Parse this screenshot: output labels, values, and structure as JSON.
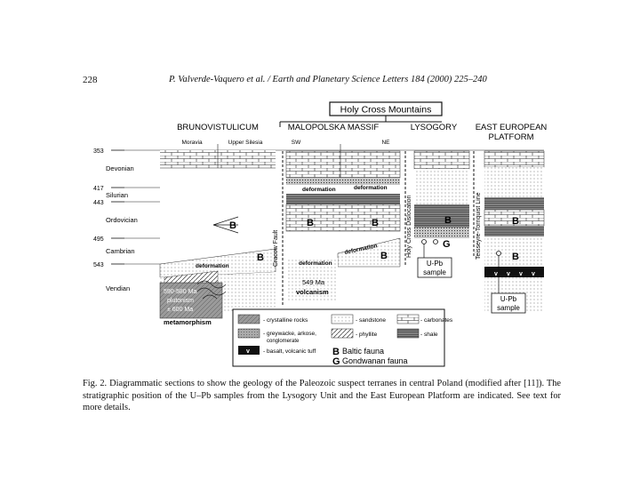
{
  "header": {
    "page_number": "228",
    "running_title": "P. Valverde-Vaquero et al. / Earth and Planetary Science Letters 184 (2000) 225–240"
  },
  "figure": {
    "title_box": "Holy Cross Mountains",
    "columns": {
      "brunovistulicum": "BRUNOVISTULICUM",
      "malopolska": "MALOPOLSKA MASSIF",
      "lysogory": "LYSOGORY",
      "eep_line1": "EAST EUROPEAN",
      "eep_line2": "PLATFORM"
    },
    "subcolumns": {
      "moravia": "Moravia",
      "upper_silesia": "Upper Silesia",
      "sw": "SW",
      "ne": "NE"
    },
    "ages": [
      "353",
      "417",
      "443",
      "495",
      "543"
    ],
    "periods": [
      "Devonian",
      "Silurian",
      "Ordovician",
      "Cambrian",
      "Vendian"
    ],
    "faults": {
      "cracow": "Cracow Fault",
      "holy_cross": "Holy Cross Dislocation",
      "teisseyre": "Teisseyre-Tornquist Line"
    },
    "labels": {
      "deformation": "deformation",
      "b": "B",
      "g": "G",
      "u_pb_1": "U-Pb",
      "u_pb_2": "sample",
      "age_590": "590-580 Ma",
      "plutonism": "plutonism",
      "age_600": "± 600 Ma",
      "metamorphism": "metamorphism",
      "age_549": "549 Ma",
      "volcanism": "volcanism"
    },
    "legend": {
      "crystalline": "- crystalline rocks",
      "sandstone": "- sandstone",
      "carbonates": "- carbonates",
      "greywacke": "- greywacke, arkose,",
      "conglomerate": "conglomerate",
      "phyllite": "- phyllite",
      "shale": "- shale",
      "basalt": "- basalt, volcanic tuff",
      "baltic_letter": "B",
      "baltic": "Baltic fauna",
      "gondwanan_letter": "G",
      "gondwanan": "Gondwanan fauna"
    }
  },
  "caption": {
    "label": "Fig. 2.",
    "text": "Diagrammatic sections to show the geology of the Paleozoic suspect terranes in central Poland (modified after [11]). The stratigraphic position of the U–Pb samples from the Lysogory Unit and the East European Platform are indicated. See text for more details."
  }
}
